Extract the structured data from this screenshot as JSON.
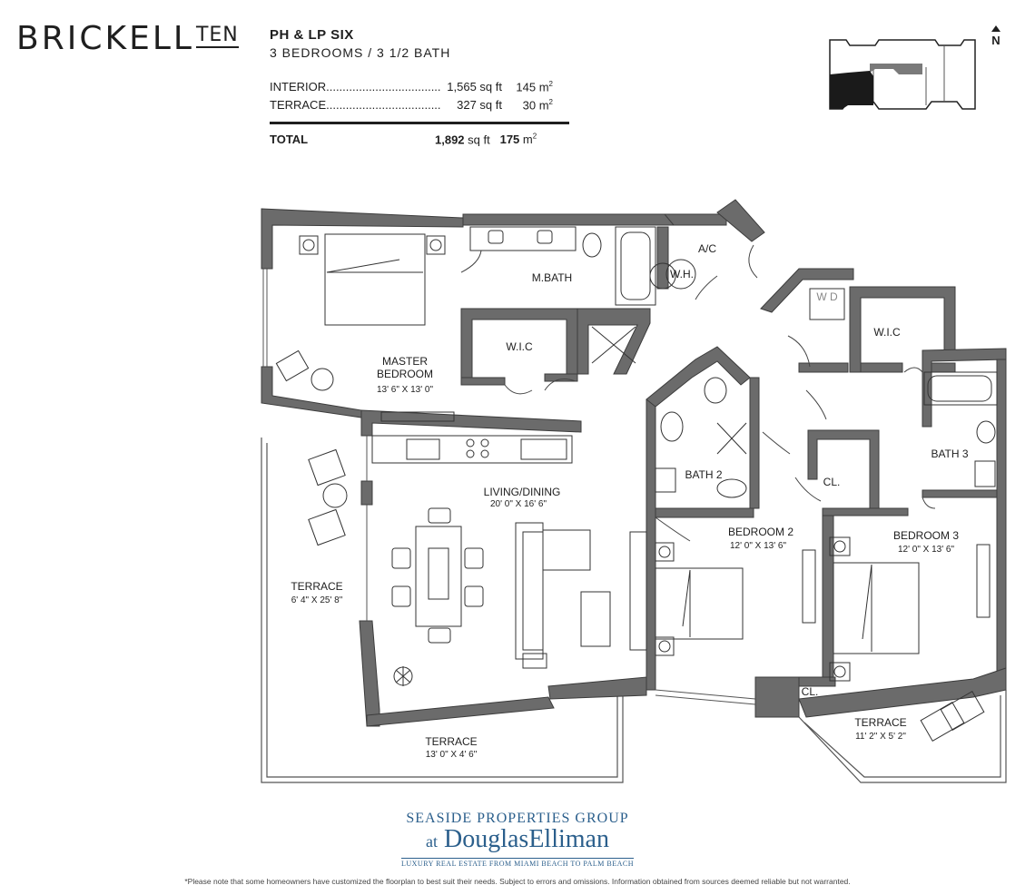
{
  "brand": {
    "name": "BRICKELL",
    "suffix": "TEN"
  },
  "unit": {
    "title": "PH & LP SIX",
    "subtitle": "3 BEDROOMS  /  3 1/2 BATH"
  },
  "areas": {
    "interior": {
      "label": "INTERIOR.......................................",
      "sqft": "1,565 sq ft",
      "m2": "145 m"
    },
    "terrace": {
      "label": "TERRACE........................................",
      "sqft": "327 sq ft",
      "m2": "30 m"
    },
    "total": {
      "label": "TOTAL",
      "sqft_num": "1,892",
      "sqft_unit": "sq ft",
      "m2_num": "175",
      "m2_unit": "m"
    },
    "superscript": "2"
  },
  "compass": {
    "label": "N"
  },
  "rooms": {
    "ac": "A/C",
    "wh": "W.H.",
    "mbath": "M.BATH",
    "wic1": "W.I.C",
    "wd": "W D",
    "wic2": "W.I.C",
    "master": {
      "name1": "MASTER",
      "name2": "BEDROOM",
      "dim": "13' 6\" X 13' 0\""
    },
    "living": {
      "name": "LIVING/DINING",
      "dim": "20' 0\" X 16' 6\""
    },
    "bath2": "BATH 2",
    "bath3": "BATH 3",
    "cl1": "CL.",
    "cl2": "CL.",
    "bed2": {
      "name": "BEDROOM 2",
      "dim": "12' 0\" X 13' 6\""
    },
    "bed3": {
      "name": "BEDROOM 3",
      "dim": "12' 0\" X 13' 6\""
    },
    "terrace_w": {
      "name": "TERRACE",
      "dim": "6' 4\" X 25' 8\""
    },
    "terrace_s": {
      "name": "TERRACE",
      "dim": "13' 0\" X 4' 6\""
    },
    "terrace_e": {
      "name": "TERRACE",
      "dim": "11' 2\" X 5' 2\""
    }
  },
  "logo": {
    "line1": "SEASIDE PROPERTIES GROUP",
    "at": "at",
    "name": "DouglasElliman",
    "tagline": "LUXURY REAL ESTATE FROM MIAMI BEACH TO PALM BEACH"
  },
  "disclaimer": "*Please note that some homeowners have customized the floorplan to best suit their needs. Subject to errors and omissions. Information obtained from sources deemed reliable but not warranted.",
  "colors": {
    "wall": "#6b6b6b",
    "key_dark": "#1a1a1a",
    "key_mid": "#7a7a7a",
    "brand_blue": "#2b5f8c"
  }
}
